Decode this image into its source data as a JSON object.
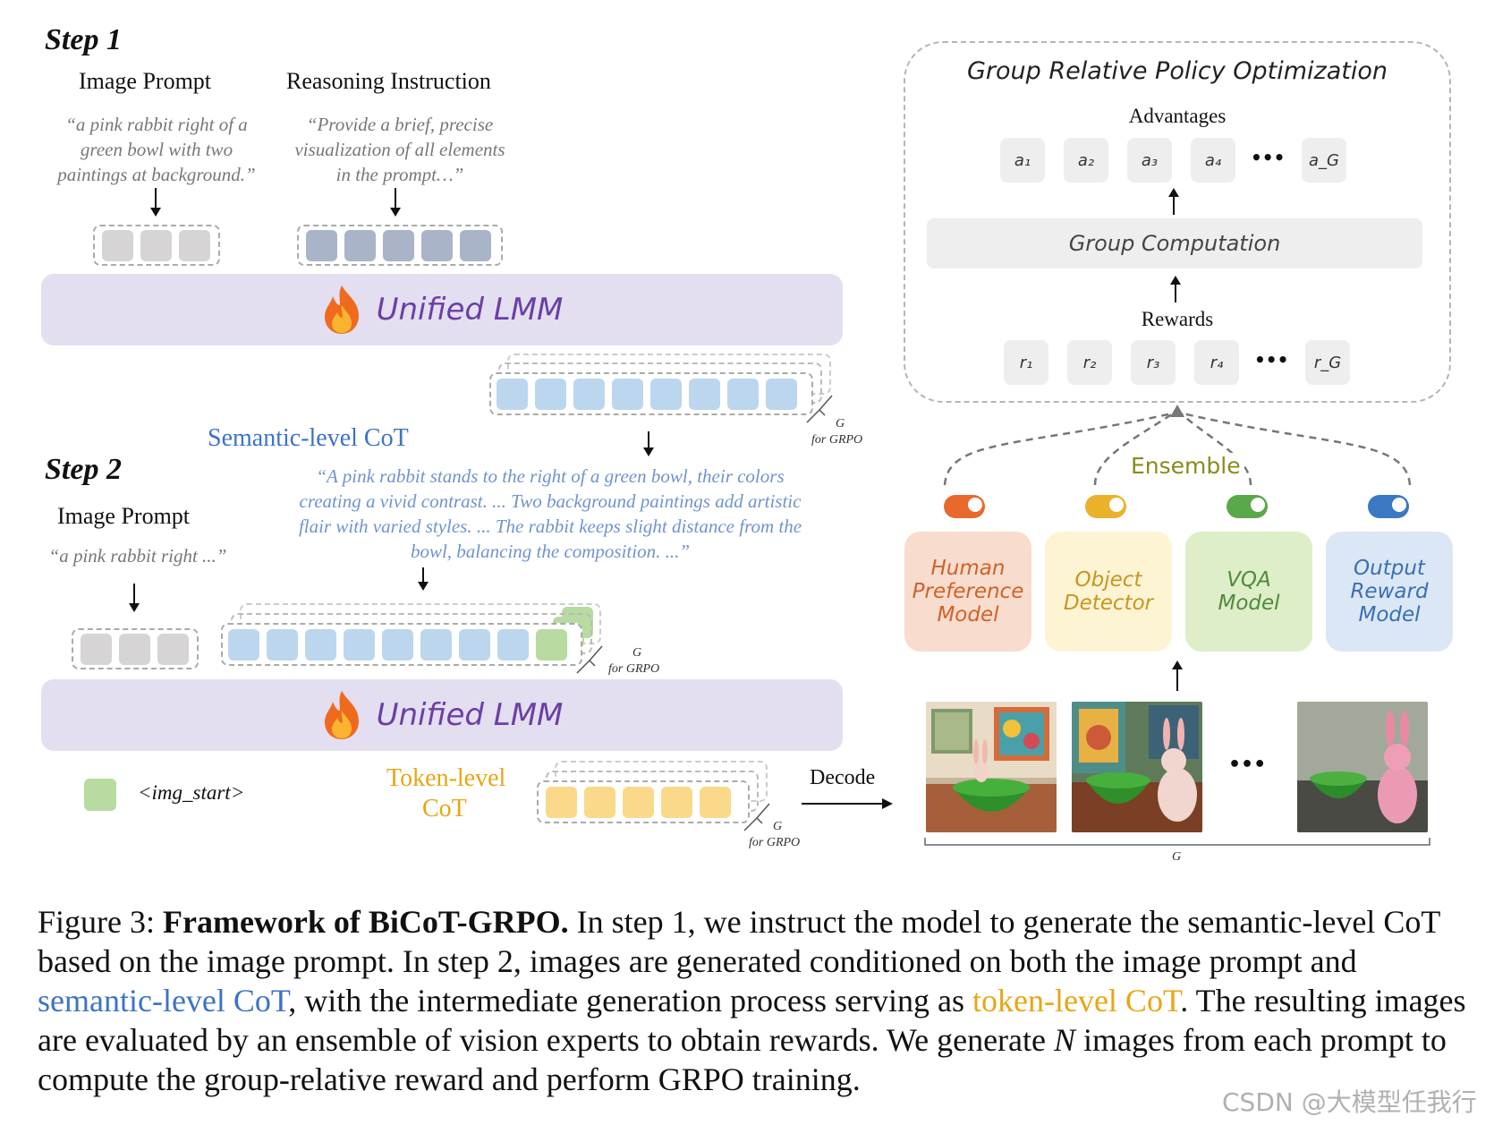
{
  "step1": {
    "title": "Step 1",
    "image_prompt_label": "Image Prompt",
    "image_prompt_text": "“a pink rabbit right of a green bowl with two paintings at background.”",
    "reasoning_label": "Reasoning Instruction",
    "reasoning_text": "“Provide a brief, precise visualization of all elements in the prompt…”",
    "lmm_label": "Unified LMM",
    "semantic_cot_label": "Semantic-level CoT",
    "g_label": "G",
    "for_grpo": "for GRPO"
  },
  "step2": {
    "title": "Step 2",
    "image_prompt_label": "Image Prompt",
    "image_prompt_text": "“a pink rabbit right ...”",
    "semantic_cot_text": "“A pink rabbit stands to the right of a green bowl, their colors creating a vivid contrast. ... Two background paintings add artistic flair with varied styles. ... The rabbit keeps slight distance from the bowl, balancing the composition. ...”",
    "lmm_label": "Unified LMM",
    "legend_label": "<img_start>",
    "token_cot_label_1": "Token-level",
    "token_cot_label_2": "CoT",
    "decode_label": "Decode",
    "g_label": "G",
    "for_grpo": "for GRPO"
  },
  "grpo": {
    "title": "Group Relative Policy Optimization",
    "advantages_label": "Advantages",
    "advantages": [
      "a₁",
      "a₂",
      "a₃",
      "a₄",
      "a_G"
    ],
    "group_computation": "Group Computation",
    "rewards_label": "Rewards",
    "rewards": [
      "r₁",
      "r₂",
      "r₃",
      "r₄",
      "r_G"
    ],
    "ellipsis": "•••"
  },
  "ensemble": {
    "label": "Ensemble",
    "models": [
      {
        "name": "Human Preference Model",
        "lines": [
          "Human",
          "Preference",
          "Model"
        ]
      },
      {
        "name": "Object Detector",
        "lines": [
          "Object",
          "Detector"
        ]
      },
      {
        "name": "VQA Model",
        "lines": [
          "VQA",
          "Model"
        ]
      },
      {
        "name": "Output Reward Model",
        "lines": [
          "Output",
          "Reward",
          "Model"
        ]
      }
    ]
  },
  "images": {
    "ellipsis": "•••",
    "g_label": "G"
  },
  "colors": {
    "lmm_bg": "#e3dff1",
    "lmm_text": "#6b3fa4",
    "semantic_blue": "#3d73c7",
    "token_gold": "#e8a612",
    "human_pref": "#f8dccd",
    "object_det": "#fdf4d4",
    "vqa": "#ddeec8",
    "output_reward": "#dbe7f4"
  },
  "caption": {
    "prefix": "Figure 3: ",
    "bold": "Framework of BiCoT-GRPO.",
    "part1": " In step 1, we instruct the model to generate the semantic-level CoT based on the image prompt. In step 2, images are generated conditioned on both the image prompt and ",
    "semantic_link": "semantic-level CoT",
    "part2": ", with the intermediate generation process serving as ",
    "token_link": "token-level CoT",
    "part3": ". The resulting images are evaluated by an ensemble of vision experts to obtain rewards. We generate ",
    "n_symbol": "N",
    "part4": " images from each prompt to compute the group-relative reward and perform GRPO training."
  },
  "watermark": "CSDN @大模型任我行"
}
